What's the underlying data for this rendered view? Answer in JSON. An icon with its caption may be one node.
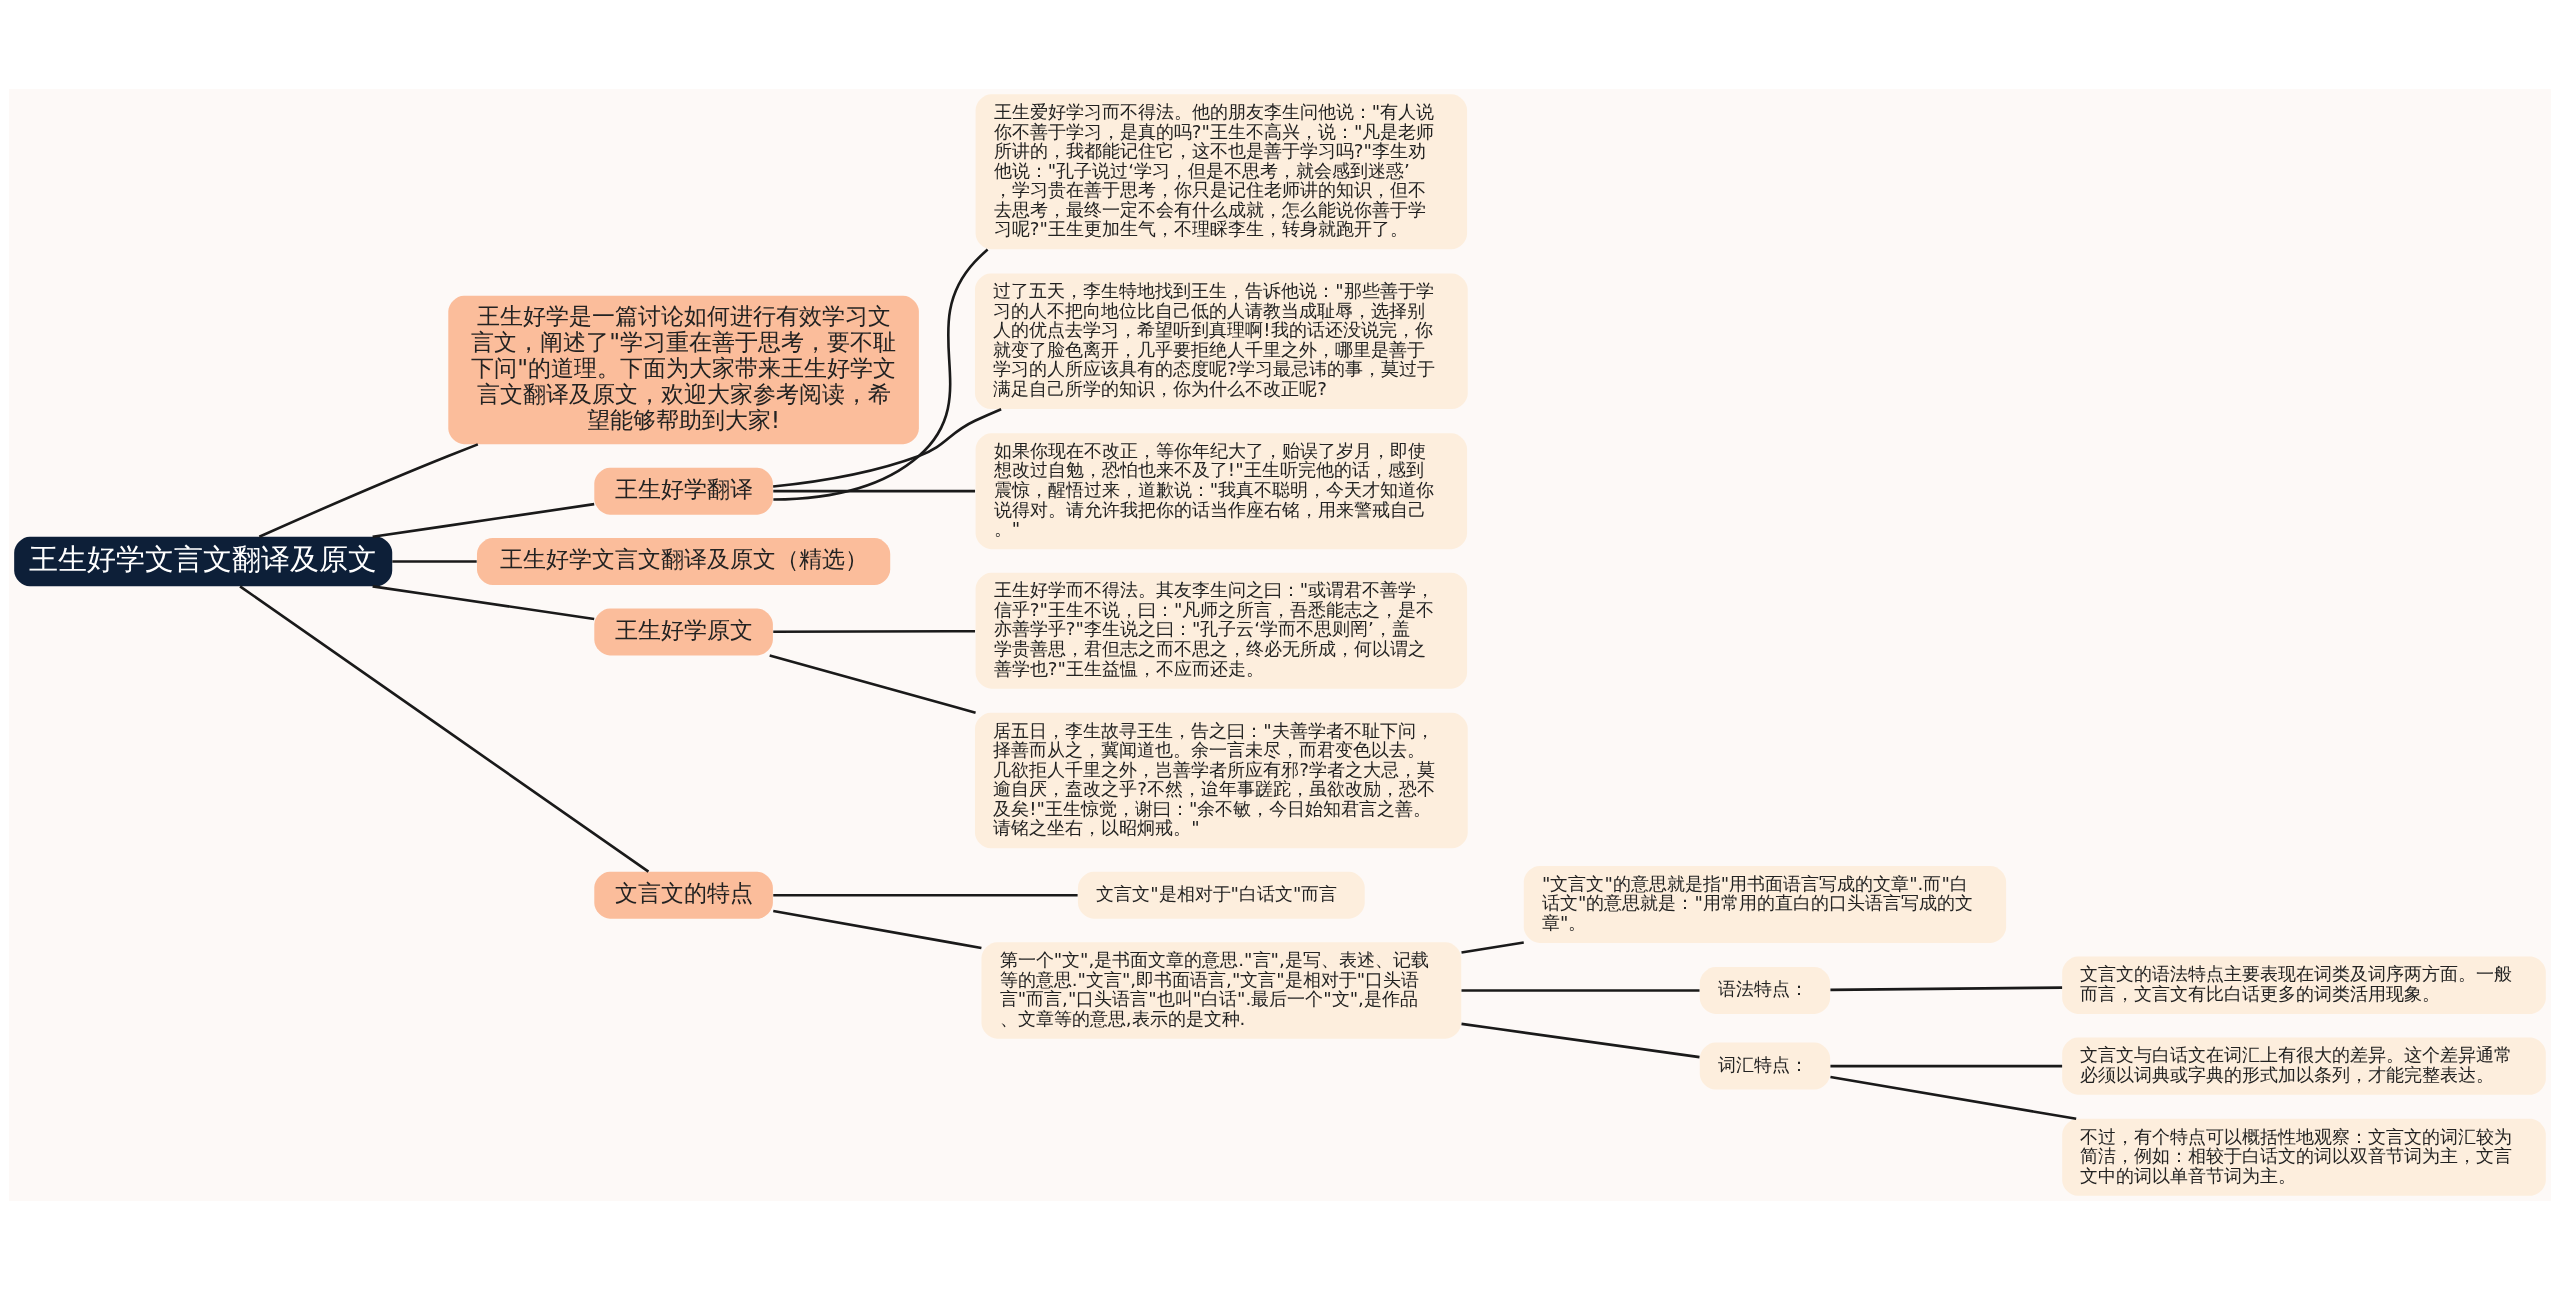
{
  "diagram": {
    "nodes": [
      {
        "text": [
          "王生好学文言文翻译及原文"
        ]
      },
      {
        "text": [
          "王生好学是一篇讨论如何进行有效学习文言文，阐述了\"学习重在善于思考，要不耻下问\"的道理。下面为大家带来王生好学文言文翻译及原文，欢迎大家参考阅读，希望能够帮助到大家!"
        ]
      },
      {
        "text": [
          "王生好学翻译"
        ]
      },
      {
        "text": [
          "王生爱好学习而不得法。他的朋友李生问他说：\"有人说你不善于学习，是真的吗?\"王生不高兴，说：\"凡是老师所讲的，我都能记住它，这不也是善于学习吗?\"李生劝他说：\"孔子说过‘学习，但是不思考，就会感到迷惑’，学习贵在善于思考，你只是记住老师讲的知识，但不去思考，最终一定不会有什么成就，怎么能说你善于学习呢?\"王生更加生气，不理睬李生，转身就跑开了。"
        ]
      },
      {
        "text": [
          "过了五天，李生特地找到王生，告诉他说：\"那些善于学习的人不把向地位比自己低的人请教当成耻辱，选择别人的优点去学习，希望听到真理啊!我的话还没说完，你就变了脸色离开，几乎要拒绝人千里之外，哪里是善于学习的人所应该具有的态度呢?学习最忌讳的事，莫过于满足自己所学的知识，你为什么不改正呢?"
        ]
      },
      {
        "text": [
          "如果你现在不改正，等你年纪大了，贻误了岁月，即使想改过自勉，恐怕也来不及了!\"王生听完他的话，感到震惊，醒悟过来，道歉说：\"我真不聪明，今天才知道你说得对。请允许我把你的话当作座右铭，用来警戒自己。\""
        ]
      },
      {
        "text": [
          "王生好学文言文翻译及原文（精选）"
        ]
      },
      {
        "text": [
          "王生好学原文"
        ]
      },
      {
        "text": [
          "王生好学而不得法。其友李生问之曰：\"或谓君不善学，信乎?\"王生不说，曰：\"凡师之所言，吾悉能志之，是不亦善学乎?\"李生说之曰：\"孔子云‘学而不思则罔’，盖学贵善思，君但志之而不思之，终必无所成，何以谓之善学也?\"王生益愠，不应而还走。"
        ]
      },
      {
        "text": [
          "居五日，李生故寻王生，告之曰：\"夫善学者不耻下问，择善而从之，冀闻道也。余一言未尽，而君变色以去。几欲拒人千里之外，岂善学者所应有邪?学者之大忌，莫逾自厌，盍改之乎?不然，迨年事蹉跎，虽欲改励，恐不及矣!\"王生惊觉，谢曰：\"余不敏，今日始知君言之善。请铭之坐右，以昭炯戒。\""
        ]
      },
      {
        "text": [
          "文言文的特点"
        ]
      },
      {
        "text": [
          "文言文\"是相对于\"白话文\"而言"
        ]
      },
      {
        "text": [
          "第一个\"文\",是书面文章的意思.\"言\",是写、表述、记载等的意思.\"文言\",即书面语言,\"文言\"是相对于\"口头语言\"而言,\"口头语言\"也叫\"白话\".最后一个\"文\",是作品、文章等的意思,表示的是文种."
        ]
      },
      {
        "text": [
          "\"文言文\"的意思就是指\"用书面语言写成的文章\".而\"白话文\"的意思就是：\"用常用的直白的口头语言写成的文章\"。"
        ]
      },
      {
        "text": [
          "语法特点："
        ]
      },
      {
        "text": [
          "文言文的语法特点主要表现在词类及词序两方面。一般而言，文言文有比白话更多的词类活用现象。"
        ]
      },
      {
        "text": [
          "词汇特点："
        ]
      },
      {
        "text": [
          "文言文与白话文在词汇上有很大的差异。这个差异通常必须以词典或字典的形式加以条列，才能完整表达。"
        ]
      },
      {
        "text": [
          "不过，有个特点可以概括性地观察：文言文的词汇较为简洁，例如：相较于白话文的词以双音节词为主，文言文中的词以单音节词为主。"
        ]
      }
    ],
    "edges": [
      {
        "from": 0,
        "to": 1,
        "arrow": "none"
      },
      {
        "from": 0,
        "to": 2,
        "arrow": "none"
      },
      {
        "from": 2,
        "to": 3,
        "arrow": "none"
      },
      {
        "from": 2,
        "to": 4,
        "arrow": "none"
      },
      {
        "from": 2,
        "to": 5,
        "arrow": "none"
      },
      {
        "from": 0,
        "to": 6,
        "arrow": "none"
      },
      {
        "from": 0,
        "to": 7,
        "arrow": "none"
      },
      {
        "from": 7,
        "to": 8,
        "arrow": "none"
      },
      {
        "from": 7,
        "to": 9,
        "arrow": "none"
      },
      {
        "from": 0,
        "to": 10,
        "arrow": "none"
      },
      {
        "from": 10,
        "to": 11,
        "arrow": "none"
      },
      {
        "from": 10,
        "to": 12,
        "arrow": "none"
      },
      {
        "from": 12,
        "to": 13,
        "arrow": "none"
      },
      {
        "from": 12,
        "to": 14,
        "arrow": "none"
      },
      {
        "from": 14,
        "to": 15,
        "arrow": "none"
      },
      {
        "from": 12,
        "to": 16,
        "arrow": "none"
      },
      {
        "from": 16,
        "to": 17,
        "arrow": "none"
      },
      {
        "from": 16,
        "to": 18,
        "arrow": "none"
      }
    ]
  }
}
